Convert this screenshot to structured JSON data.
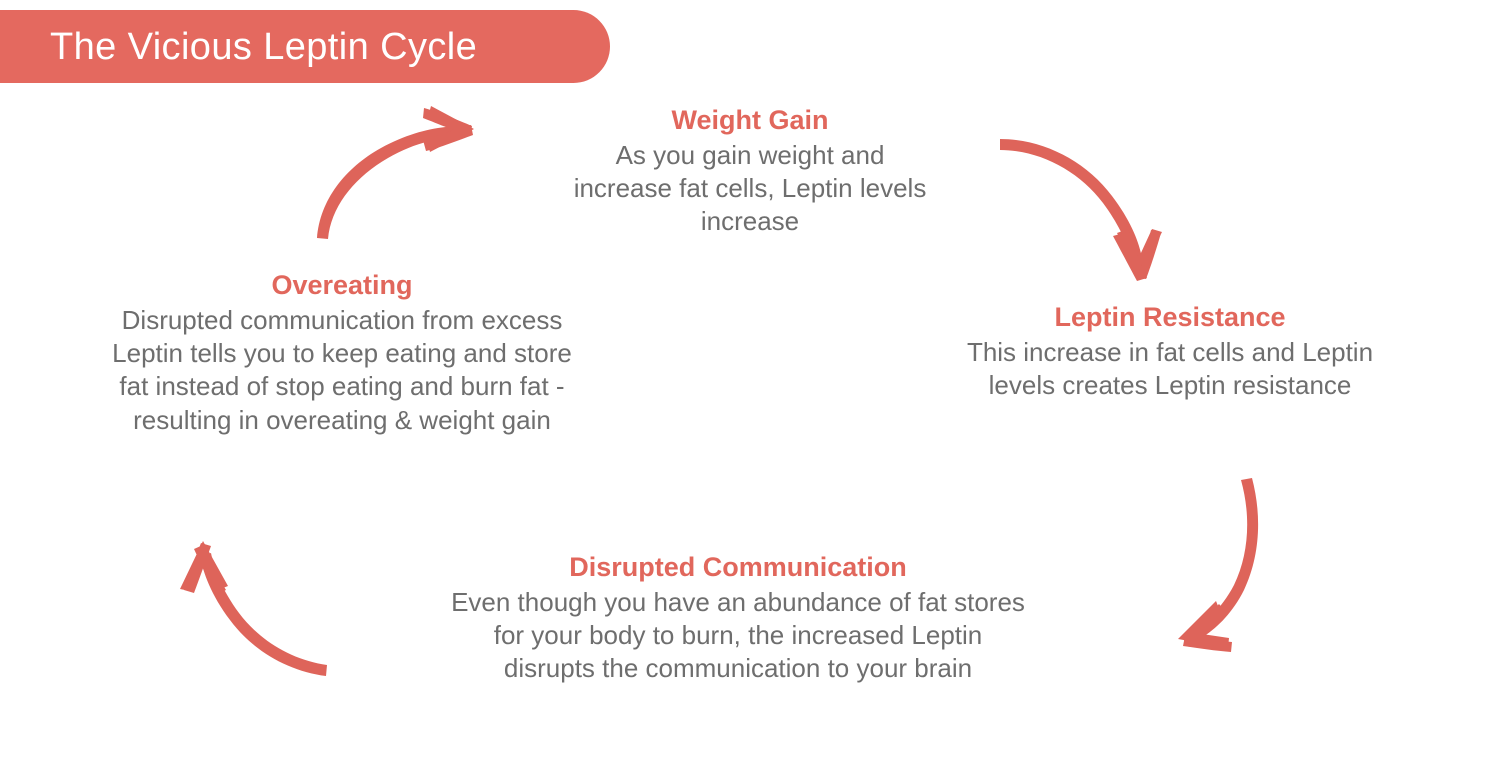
{
  "title_banner": {
    "text": "The Vicious Leptin Cycle",
    "background_color": "#E4695F",
    "text_color": "#FFFFFF"
  },
  "colors": {
    "accent": "#E1675C",
    "arrow": "#DE645A",
    "body_text": "#6E6E6E",
    "background": "#FFFFFF"
  },
  "nodes": {
    "weight_gain": {
      "title": "Weight Gain",
      "body_lines": [
        "As you gain weight and",
        "increase fat cells, Leptin levels",
        "increase"
      ]
    },
    "leptin_resistance": {
      "title": "Leptin Resistance",
      "body_lines": [
        "This increase in fat cells and Leptin",
        "levels creates Leptin resistance"
      ]
    },
    "disrupted_communication": {
      "title": "Disrupted Communication",
      "body_lines": [
        "Even though you have an abundance of fat stores",
        "for your body to burn, the increased Leptin",
        "disrupts the communication to your brain"
      ]
    },
    "overeating": {
      "title": "Overeating",
      "body_lines": [
        "Disrupted communication from excess",
        "Leptin tells you to keep eating and store",
        "fat instead of stop eating and burn fat -",
        "resulting in overeating & weight gain"
      ]
    }
  },
  "arrows": [
    {
      "name": "arrow-overeating-to-weight-gain",
      "from": "overeating",
      "to": "weight_gain",
      "direction": "up-right"
    },
    {
      "name": "arrow-weight-gain-to-leptin-resistance",
      "from": "weight_gain",
      "to": "leptin_resistance",
      "direction": "down-right"
    },
    {
      "name": "arrow-leptin-resistance-to-disrupted-communication",
      "from": "leptin_resistance",
      "to": "disrupted_communication",
      "direction": "down-left"
    },
    {
      "name": "arrow-disrupted-communication-to-overeating",
      "from": "disrupted_communication",
      "to": "overeating",
      "direction": "up-left"
    }
  ]
}
